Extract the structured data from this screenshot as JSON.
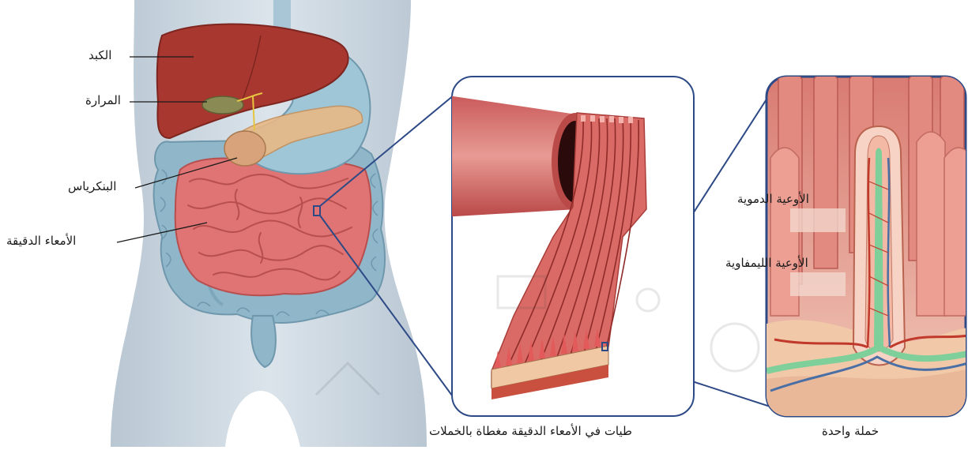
{
  "labels": {
    "liver": "الكبد",
    "gallbladder": "المرارة",
    "pancreas": "البنكرياس",
    "small_intestine": "الأمعاء الدقيقة",
    "blood_vessels": "الأوعية الدموية",
    "lymph_vessels": "الأوعية الليمفاوية"
  },
  "captions": {
    "folds": "طيات في الأمعاء الدقيقة مغطاة بالخملات",
    "villus": "خملة واحدة"
  },
  "colors": {
    "body": "#c9d6e0",
    "liver": "#a8372f",
    "intestine": "#e07373",
    "colon": "#8fb6c9",
    "frame": "#2e4a86",
    "lymph": "#7fcf9a",
    "blood": "#c0392b",
    "vein": "#4a6fa5"
  }
}
